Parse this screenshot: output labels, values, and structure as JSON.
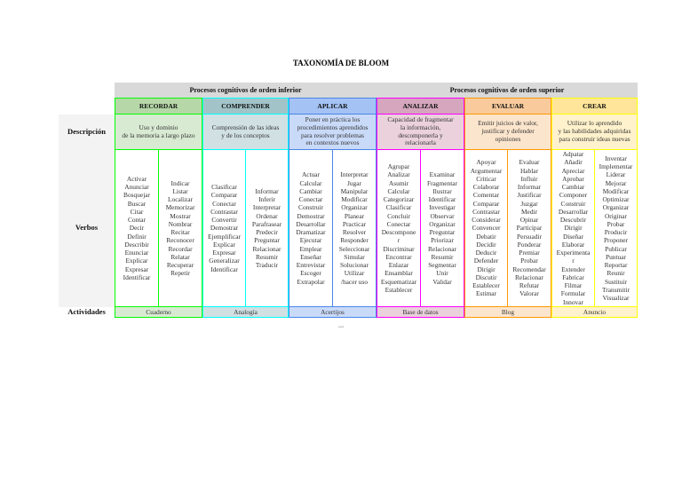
{
  "title": "TAXONOMÍA DE BLOOM",
  "groups": {
    "inferior": "Procesos cognitivos de orden inferior",
    "superior": "Procesos cognitivos de orden superior"
  },
  "row_labels": {
    "descripcion": "Descripción",
    "verbos": "Verbos",
    "actividades": "Actividades"
  },
  "columns": [
    {
      "name": "RECORDAR",
      "header_color": "#b6d7a8",
      "light_color": "#d9ead3",
      "border_color": "#00ff00",
      "description": "Uso y dominio\nde la memoria a largo plazo",
      "activity": "Cuaderno",
      "verbs": [
        [
          "Activar",
          "Anunciar",
          "Bosquejar",
          "Buscar",
          "Citar",
          "Contar",
          "Decir",
          "Definir",
          "Describir",
          "Enunciar",
          "Explicar",
          "Expresar",
          "Identificar"
        ],
        [
          "Indicar",
          "Listar",
          "Localizar",
          "Memorizar",
          "Mostrar",
          "Nombrar",
          "Recitar",
          "Reconocer",
          "Recordar",
          "Relatar",
          "Recuperar",
          "Repetir"
        ]
      ]
    },
    {
      "name": "COMPRENDER",
      "header_color": "#a2c4c9",
      "light_color": "#d0e0e3",
      "border_color": "#00ffff",
      "description": "Comprensión de las ideas\ny de los conceptos",
      "activity": "Analogía",
      "verbs": [
        [
          "Clasificar",
          "Comparar",
          "Conectar",
          "Contrastar",
          "Convertir",
          "Demostrar",
          "Ejemplificar",
          "Explicar",
          "Expresar",
          "Generalizar",
          "Identificar"
        ],
        [
          "Informar",
          "Inferir",
          "Interpretar",
          "Ordenar",
          "Parafrasear",
          "Predecir",
          "Preguntar",
          "Relacionar",
          "Resumir",
          "Traducir"
        ]
      ]
    },
    {
      "name": "APLICAR",
      "header_color": "#a4c2f4",
      "light_color": "#c9daf8",
      "border_color": "#4a86e8",
      "description": "Poner en práctica los\nprocedimientos aprendidos\npara resolver problemas\nen contextos nuevos",
      "activity": "Acertijos",
      "verbs": [
        [
          "Actuar",
          "Calcular",
          "Cambiar",
          "Conectar",
          "Construir",
          "Demostrar",
          "Desarrollar",
          "Dramatizar",
          "Ejecutar",
          "Emplear",
          "Enseñar",
          "Entrevistar",
          "Escoger",
          "Extrapolar"
        ],
        [
          "Interpretar",
          "Jugar",
          "Manipular",
          "Modificar",
          "Organizar",
          "Planear",
          "Practicar",
          "Resolver",
          "Responder",
          "Seleccionar",
          "Simular",
          "Solucionar",
          "Utilizar",
          "/hacer uso"
        ]
      ]
    },
    {
      "name": "ANALIZAR",
      "header_color": "#d5a6bd",
      "light_color": "#ead1dc",
      "border_color": "#ff00ff",
      "description": "Capacidad de fragmentar\nla información,\ndescomponerla y\nrelacionarla",
      "activity": "Base de datos",
      "verbs": [
        [
          "Agrupar",
          "Analizar",
          "Asumir",
          "Calcular",
          "Categorizar",
          "Clasificar",
          "Concluir",
          "Conectar",
          "Descompone",
          "r",
          "Discriminar",
          "Encontrar",
          "Enlazar",
          "Ensamblar",
          "Esquematizar",
          "Establecer"
        ],
        [
          "Examinar",
          "Fragmentar",
          "Ilustrar",
          "Identificar",
          "Investigar",
          "Observar",
          "Organizar",
          "Preguntar",
          "Priorizar",
          "Relacionar",
          "Resumir",
          "Segmentar",
          "Unir",
          "Validar"
        ]
      ]
    },
    {
      "name": "EVALUAR",
      "header_color": "#f9cb9c",
      "light_color": "#fce5cd",
      "border_color": "#ff9900",
      "description": "Emitir juicios de valor,\njustificar y defender\nopiniones",
      "activity": "Blog",
      "verbs": [
        [
          "Apoyar",
          "Argumentar",
          "Criticar",
          "Colaborar",
          "Comentar",
          "Comparar",
          "Contrastar",
          "Considerar",
          "Convencer",
          "Debatir",
          "Decidir",
          "Deducir",
          "Defender",
          "Dirigir",
          "Discutir",
          "Establecer",
          "Estimar"
        ],
        [
          "Evaluar",
          "Hablar",
          "Influir",
          "Informar",
          "Justificar",
          "Juzgar",
          "Medir",
          "Opinar",
          "Participar",
          "Persuadir",
          "Ponderar",
          "Premiar",
          "Probar",
          "Recomendar",
          "Relacionar",
          "Refutar",
          "Valorar"
        ]
      ]
    },
    {
      "name": "CREAR",
      "header_color": "#ffe599",
      "light_color": "#fff2cc",
      "border_color": "#ffff00",
      "description": "Utilizar lo aprendido\ny las habilidades adquiridas\npara construir ideas nuevas",
      "activity": "Anuncio",
      "verbs": [
        [
          "Adpatar",
          "Añadir",
          "Apreciar",
          "Aprobar",
          "Cambiar",
          "Componer",
          "Construir",
          "Desarrollar",
          "Descubrir",
          "Dirigir",
          "Diseñar",
          "Elaborar",
          "Experimenta",
          "r",
          "Extender",
          "Fabricar",
          "Filmar",
          "Formular",
          "Innovar"
        ],
        [
          "Inventar",
          "Implementar",
          "Liderar",
          "Mejorar",
          "Modificar",
          "Optimizar",
          "Organizar",
          "Originar",
          "Probar",
          "Producir",
          "Proponer",
          "Publicar",
          "Puntuar",
          "Reportar",
          "Reunir",
          "Sustituir",
          "Transmitir",
          "Visualizar"
        ]
      ]
    }
  ]
}
